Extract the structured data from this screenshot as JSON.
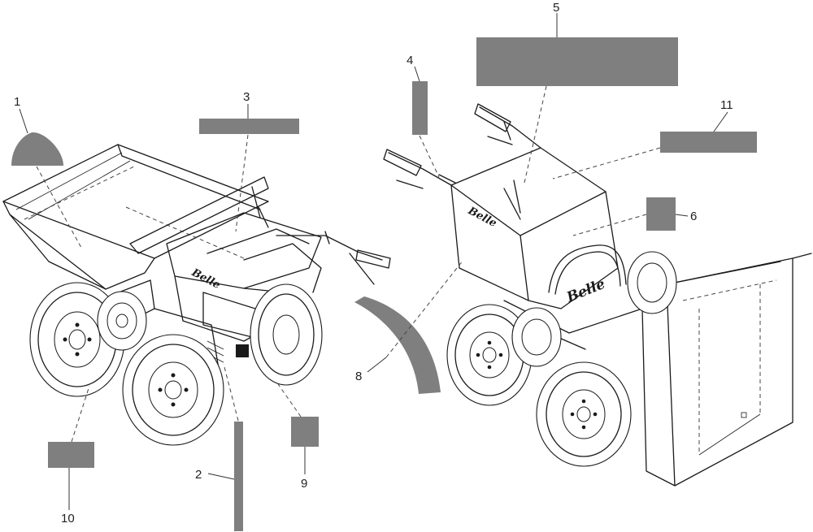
{
  "diagram": {
    "logo_text": "Belle",
    "callouts": [
      "1",
      "2",
      "3",
      "4",
      "5",
      "6",
      "8",
      "9",
      "10",
      "11"
    ]
  }
}
